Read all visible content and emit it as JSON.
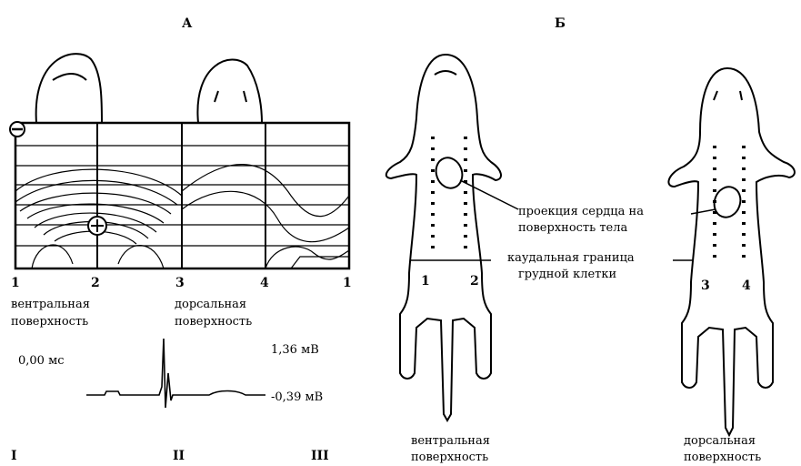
{
  "panel_a": {
    "title": "А",
    "left_numbers": [
      "1",
      "2",
      "3",
      "4",
      "1"
    ],
    "ventral_label_1": "вентральная",
    "ventral_label_2": "поверхность",
    "dorsal_label_1": "дорсальная",
    "dorsal_label_2": "поверхность",
    "time_label": "0,00 мс",
    "max_voltage": "1,36 мВ",
    "min_voltage": "-0,39 мВ",
    "leads": [
      "I",
      "II",
      "III"
    ]
  },
  "panel_b": {
    "title": "Б",
    "heart_projection_1": "проекция сердца на",
    "heart_projection_2": "поверхность тела",
    "caudal_border_1": "каудальная граница",
    "caudal_border_2": "грудной клетки",
    "numbers": [
      "1",
      "2",
      "3",
      "4"
    ],
    "ventral_label_1": "вентральная",
    "ventral_label_2": "поверхность",
    "dorsal_label_1": "дорсальная",
    "dorsal_label_2": "поверхность"
  }
}
